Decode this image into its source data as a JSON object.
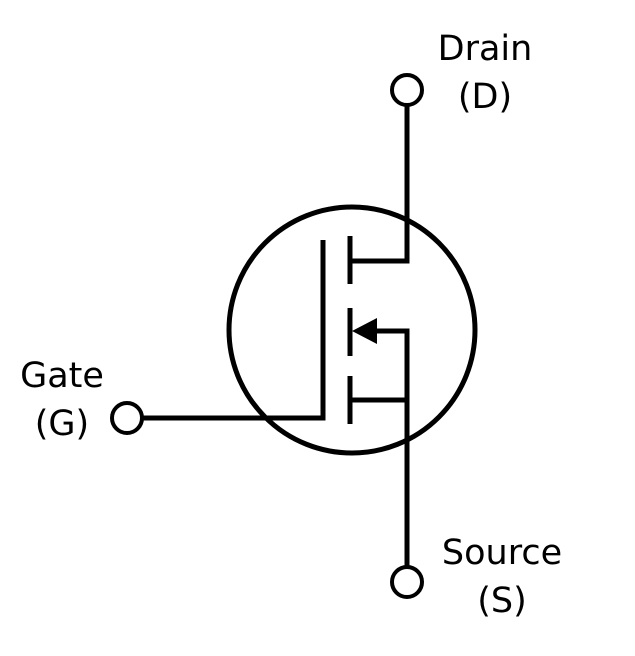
{
  "terminals": {
    "drain": {
      "name": "Drain",
      "symbol": "(D)"
    },
    "gate": {
      "name": "Gate",
      "symbol": "(G)"
    },
    "source": {
      "name": "Source",
      "symbol": "(S)"
    }
  },
  "colors": {
    "stroke": "#000000",
    "background": "#ffffff"
  },
  "device": "n-channel enhancement MOSFET symbol"
}
